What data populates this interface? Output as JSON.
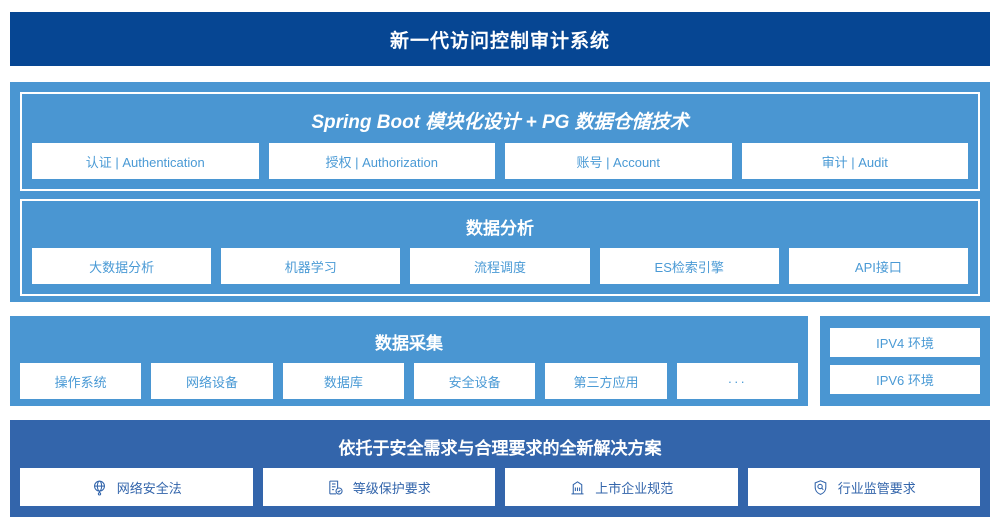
{
  "header": {
    "title": "新一代访问控制审计系统",
    "background_color": "#064693",
    "text_color": "#ffffff"
  },
  "colors": {
    "header_navy": "#064693",
    "panel_light_blue": "#4a96d2",
    "panel_bottom_blue": "#3365ab",
    "card_background": "#ffffff",
    "card_text_blue": "#4a9ad5",
    "card_text_dark_blue": "#3365ab"
  },
  "sections": {
    "platform": {
      "title": "Spring Boot 模块化设计 + PG 数据仓储技术",
      "cards": [
        {
          "label": "认证 | Authentication"
        },
        {
          "label": "授权 | Authorization"
        },
        {
          "label": "账号 | Account"
        },
        {
          "label": "审计 | Audit"
        }
      ]
    },
    "analysis": {
      "title": "数据分析",
      "cards": [
        {
          "label": "大数据分析"
        },
        {
          "label": "机器学习"
        },
        {
          "label": "流程调度"
        },
        {
          "label": "ES检索引擎"
        },
        {
          "label": "API接口"
        }
      ]
    },
    "collection": {
      "title": "数据采集",
      "cards": [
        {
          "label": "操作系统"
        },
        {
          "label": "网络设备"
        },
        {
          "label": "数据库"
        },
        {
          "label": "安全设备"
        },
        {
          "label": "第三方应用"
        },
        {
          "label": "···"
        }
      ]
    },
    "environment": {
      "cards": [
        {
          "label": "IPV4 环境"
        },
        {
          "label": "IPV6 环境"
        }
      ]
    },
    "compliance": {
      "title": "依托于安全需求与合理要求的全新解决方案",
      "cards": [
        {
          "label": "网络安全法",
          "icon": "globe-icon"
        },
        {
          "label": "等级保护要求",
          "icon": "document-check-icon"
        },
        {
          "label": "上市企业规范",
          "icon": "building-icon"
        },
        {
          "label": "行业监管要求",
          "icon": "shield-search-icon"
        }
      ]
    }
  }
}
